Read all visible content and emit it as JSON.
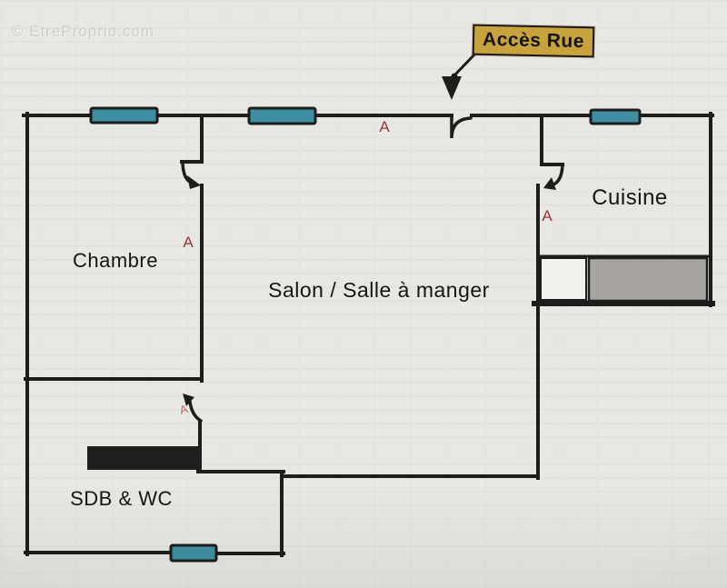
{
  "watermark": "© EtreProprio.com",
  "access": {
    "label": "Accès Rue"
  },
  "rooms": {
    "chambre": "Chambre",
    "salon": "Salon / Salle à manger",
    "cuisine": "Cuisine",
    "sdb_wc": "SDB & WC"
  },
  "door_marks": [
    "A",
    "A",
    "A",
    "A"
  ],
  "colors": {
    "paper": "#e9e7e3",
    "wall": "#1d1d1c",
    "window": "#3e8fa3",
    "access": "#c8a23c",
    "mark": "#8f3737",
    "counter": "#a7a49f",
    "fixture": "#1f1f1e"
  }
}
